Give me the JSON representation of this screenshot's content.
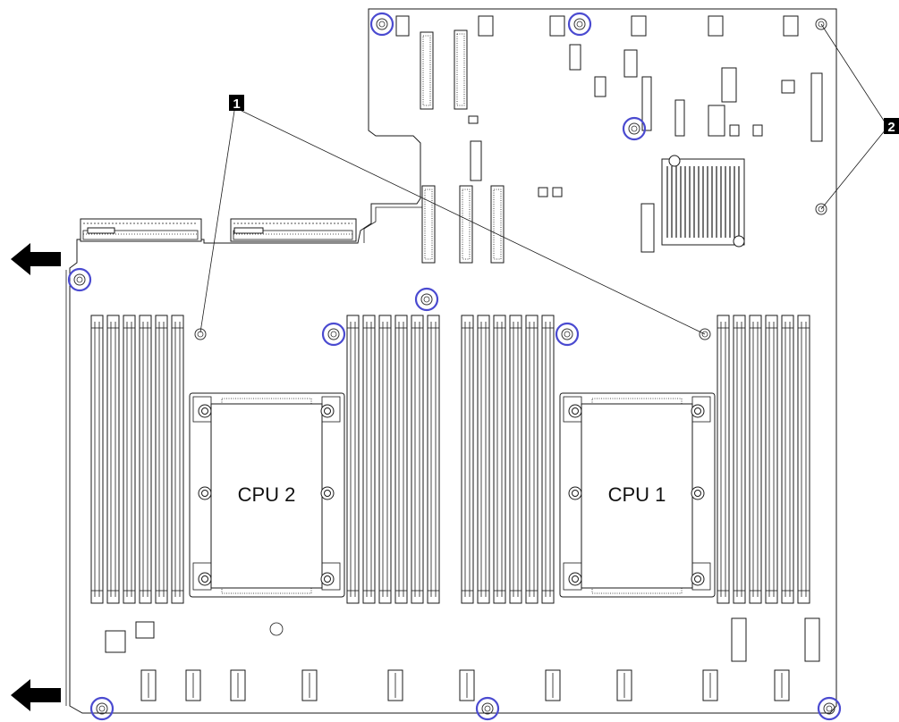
{
  "cpu_labels": {
    "cpu1": "CPU 1",
    "cpu2": "CPU 2"
  },
  "callouts": {
    "callout1": "1",
    "callout2": "2"
  },
  "highlight_color": "#4a4ad0",
  "icons": {
    "arrow": "left-arrow-icon",
    "screw": "screw-hole-icon",
    "standoff": "standoff-icon"
  }
}
